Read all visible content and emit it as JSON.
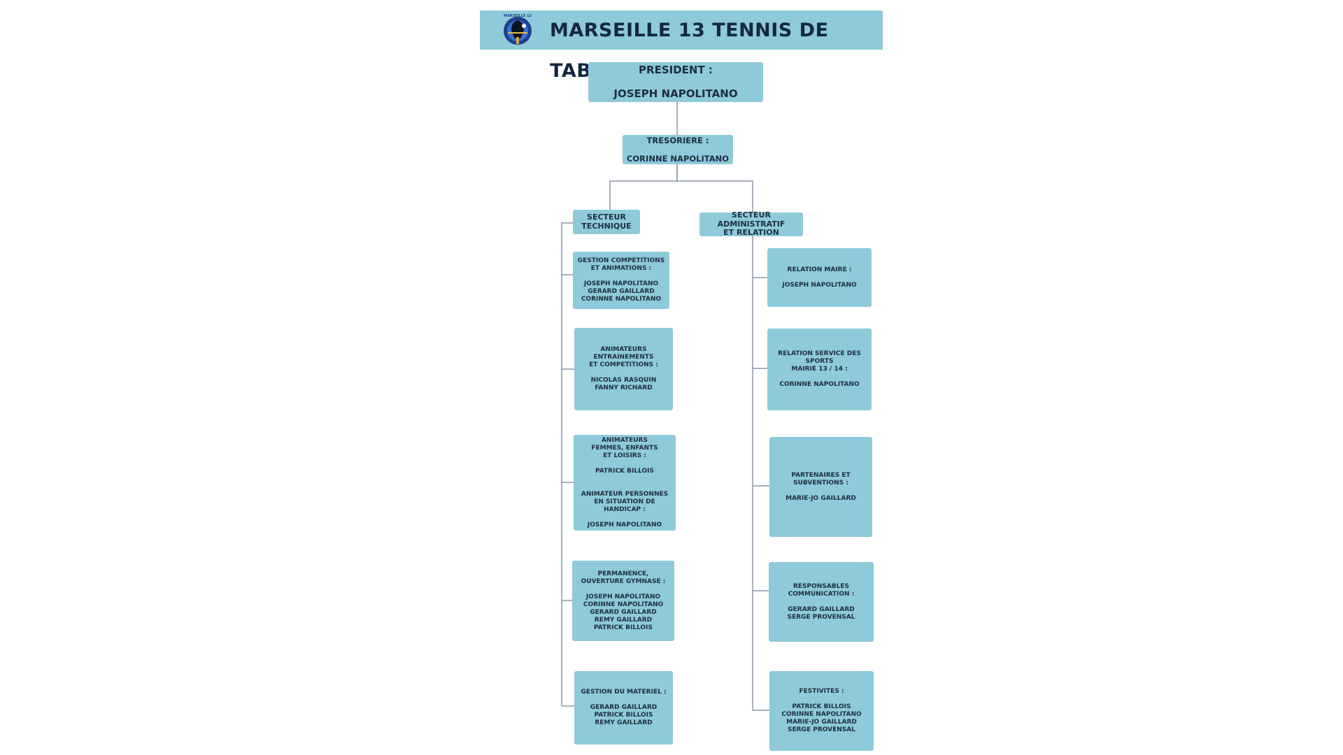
{
  "header": {
    "title": "MARSEILLE 13 TENNIS DE TABLE",
    "logo_text": "MARSEILLE 13 TENNIS DE TABLE"
  },
  "president": {
    "text": "PRESIDENT :\n\nJOSEPH NAPOLITANO"
  },
  "tresoriere": {
    "text": "TRESORIERE :\n\nCORINNE NAPOLITANO"
  },
  "secteur_technique": {
    "title": "SECTEUR\nTECHNIQUE",
    "items": [
      {
        "text": "GESTION COMPETITIONS\nET ANIMATIONS :\n\nJOSEPH NAPOLITANO\nGERARD GAILLARD\nCORINNE NAPOLITANO"
      },
      {
        "text": "ANIMATEURS\nENTRAINEMENTS\nET COMPETITIONS :\n\nNICOLAS RASQUIN\nFANNY RICHARD"
      },
      {
        "text": "ANIMATEURS\nFEMMES, ENFANTS\nET LOISIRS :\n\nPATRICK BILLOIS\n\n\nANIMATEUR PERSONNES\nEN SITUATION DE HANDICAP :\n\nJOSEPH NAPOLITANO"
      },
      {
        "text": "PERMANENCE,\nOUVERTURE GYMNASE :\n\nJOSEPH NAPOLITANO\nCORINNE NAPOLITANO\nGERARD GAILLARD\nREMY GAILLARD\nPATRICK BILLOIS"
      },
      {
        "text": "GESTION DU MATERIEL :\n\nGERARD GAILLARD\nPATRICK BILLOIS\nREMY GAILLARD"
      }
    ]
  },
  "secteur_admin": {
    "title": "SECTEUR ADMINISTRATIF\nET RELATION",
    "items": [
      {
        "text": "RELATION MAIRE :\n\nJOSEPH NAPOLITANO"
      },
      {
        "text": "RELATION SERVICE DES SPORTS\nMAIRIE 13 / 14 :\n\nCORINNE NAPOLITANO"
      },
      {
        "text": "PARTENAIRES ET\nSUBVENTIONS :\n\nMARIE-JO GAILLARD"
      },
      {
        "text": "RESPONSABLES\nCOMMUNICATION :\n\nGERARD GAILLARD\nSERGE PROVENSAL"
      },
      {
        "text": "FESTIVITES :\n\nPATRICK BILLOIS\nCORINNE NAPOLITANO\nMARIE-JO GAILLARD\nSERGE PROVENSAL"
      }
    ]
  },
  "colors": {
    "box_fill": "#8ecad9",
    "connector": "#8a97a8",
    "text": "#1e2d40"
  }
}
